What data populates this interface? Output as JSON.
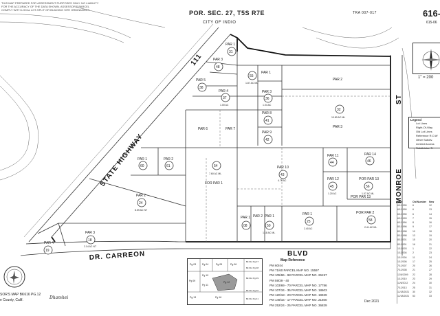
{
  "header": {
    "disclaimer_lines": [
      "THIS MAP PREPARED FOR ASSESSMENT PURPOSES ONLY. NO LIABILITY",
      "FOR THE ACCURACY OF THE DATA SHOWN. ASSESSOR'S PARCEL",
      "COMPLY WITH LOCAL LOT-SPLIT OR BUILDING SITE ORDINANCES."
    ],
    "section": "POR. SEC. 27, T5S R7E",
    "city": "CITY OF INDIO",
    "tra": "TRA 007-017",
    "map_number": "616-",
    "map_sub": "615-06"
  },
  "streets": {
    "highway": "STATE HIGHWAY",
    "route": "111",
    "carreon": "DR. CARREON",
    "blvd": "BLVD",
    "monroe": "MONROE",
    "st": "ST"
  },
  "parcels": [
    {
      "name": "PAR 1",
      "num": "31"
    },
    {
      "name": "PAR 3",
      "num": "48"
    },
    {
      "name": "PAR 5",
      "num": "38"
    },
    {
      "name": "",
      "num": "55",
      "area": "1.87 AC ML"
    },
    {
      "name": "PAR 1",
      "num": ""
    },
    {
      "name": "PAR 4",
      "num": "37",
      "area": "1.00 AC"
    },
    {
      "name": "PAR 3",
      "num": "36",
      "area": "1.04 AC"
    },
    {
      "name": "PAR 8",
      "num": "41"
    },
    {
      "name": "PAR 9",
      "num": "42"
    },
    {
      "name": "PAR 2",
      "num": "32",
      "area": "10.80 AC ML"
    },
    {
      "name": "PAR 3",
      "num": ""
    },
    {
      "name": "PAR 6",
      "num": ""
    },
    {
      "name": "PAR 7",
      "num": ""
    },
    {
      "name": "PAR 1",
      "num": "60"
    },
    {
      "name": "PAR 2",
      "num": "61"
    },
    {
      "name": "",
      "num": "54",
      "area": "7.60 AC ML"
    },
    {
      "name": "FOR PAR 1",
      "num": ""
    },
    {
      "name": "PAR 10",
      "num": "43",
      "area": "4.76 AC"
    },
    {
      "name": "PAR 11",
      "num": "44"
    },
    {
      "name": "PAR 14",
      "num": "46"
    },
    {
      "name": "PAR 12",
      "num": "45",
      "area": "1.20 AC"
    },
    {
      "name": "POR PAR 13",
      "num": "56",
      "area": "1.07 AC ML"
    },
    {
      "name": "POR PAR 13",
      "num": ""
    },
    {
      "name": "PAR 2",
      "num": "24",
      "area": "8.59 AC NT"
    },
    {
      "name": "PAR 1",
      "num": "08"
    },
    {
      "name": "PAR 2",
      "num": ""
    },
    {
      "name": "PAR 1",
      "num": "50",
      "area": "1.18 AC ML"
    },
    {
      "name": "PAR 1",
      "num": "25",
      "area": "2.40 AC"
    },
    {
      "name": "POR PAR 2",
      "num": "58",
      "area": "2.41 AC ML"
    },
    {
      "name": "PAR 4",
      "num": "19"
    },
    {
      "name": "PAR 3",
      "num": "18",
      "area": "2.14 AC NT"
    }
  ],
  "legend": {
    "title": "Legend",
    "items": [
      "Lot Lines",
      "Right-Of-Way",
      "Old Lot Lines",
      "Reference R.O.W",
      "Other Subdiv.",
      "Limited Access",
      "Subdivision Tr"
    ]
  },
  "scale": {
    "text": "1\" = 200"
  },
  "map_reference": {
    "title": "Map Reference",
    "lines": [
      "PM 60/44",
      "PM 71/60   PARCEL MAP NO. 15597",
      "PM 105/96 - 98  PARCEL MAP NO. 26197",
      "PM 59/39 - 40",
      "PM 103/69 - 70  PARCEL MAP NO. 17786",
      "PM 107/34 - 35  PARCEL MAP NO. 18603",
      "PM 120/18 - 20  PARCEL MAP NO. 19929",
      "PM 149/16 - 17  PARCEL MAP NO. 21600",
      "PM 252/24 - 25  PARCEL MAP NO. 36829"
    ],
    "date": "Dec 2021"
  },
  "index_map": {
    "cells": [
      "Pg 03",
      "Pg 04",
      "Pg 05",
      "Pg 06",
      "Bk 614 Pg 37",
      "Bk 614 Pg 38",
      "Pg 09",
      "Pg 10",
      "Pg 11",
      "Pg 12",
      "Bk 614 Pg 39",
      "Pg 13",
      "Pg 16",
      "Bk 614 Pg 40",
      "Bk 614 Pg 41"
    ]
  },
  "footer": {
    "left1": "SOR'S MAP BK616 PG.12",
    "left2": "e County, Calif.",
    "signature": "Dhamhei"
  },
  "change_table": {
    "headers": [
      "Date",
      "Old Number",
      "New"
    ],
    "dates": [
      "6/1/1990",
      "6/1/1990",
      "6/1/1990",
      "6/1/1993",
      "6/1/1994",
      "8/1/1996",
      "8/1/1998",
      "8/1/1998",
      "8/1/2001",
      "8/1/2001",
      "1/1/2003",
      "1/1/2004",
      "1/1/2004",
      "1/1/2006",
      "7/1/2007",
      "7/1/2008",
      "12/6/2009",
      "1/1/2010",
      "11/6/2012",
      "7/1/2013",
      "11/18/2021",
      "11/18/2021"
    ],
    "olds": [
      "6",
      "6",
      "6",
      "7",
      "8",
      "9",
      "10",
      "13",
      "15",
      "16",
      "1",
      "2",
      "11",
      "17",
      "20",
      "21",
      "22",
      "23",
      "24",
      "25",
      "30",
      "53"
    ],
    "news": [
      "12",
      "13",
      "14",
      "15",
      "16",
      "17",
      "18",
      "19",
      "20",
      "21",
      "22",
      "23",
      "24",
      "25",
      "26",
      "27",
      "28",
      "29",
      "30",
      "31",
      "32",
      "33"
    ]
  }
}
